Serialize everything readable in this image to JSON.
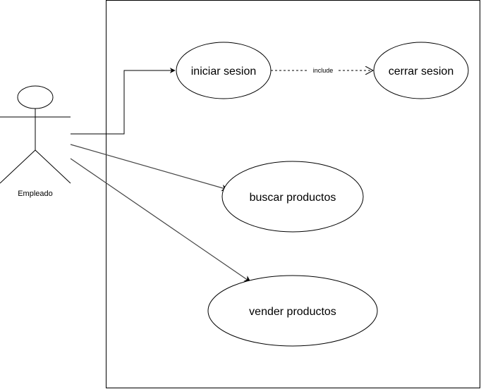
{
  "actor": {
    "label": "Empleado"
  },
  "use_cases": {
    "iniciar": "iniciar sesion",
    "cerrar": "cerrar sesion",
    "buscar": "buscar productos",
    "vender": "vender productos"
  },
  "relations": {
    "include_label": "include"
  },
  "colors": {
    "stroke": "#000000",
    "association_line": "#444444",
    "background": "#ffffff"
  }
}
